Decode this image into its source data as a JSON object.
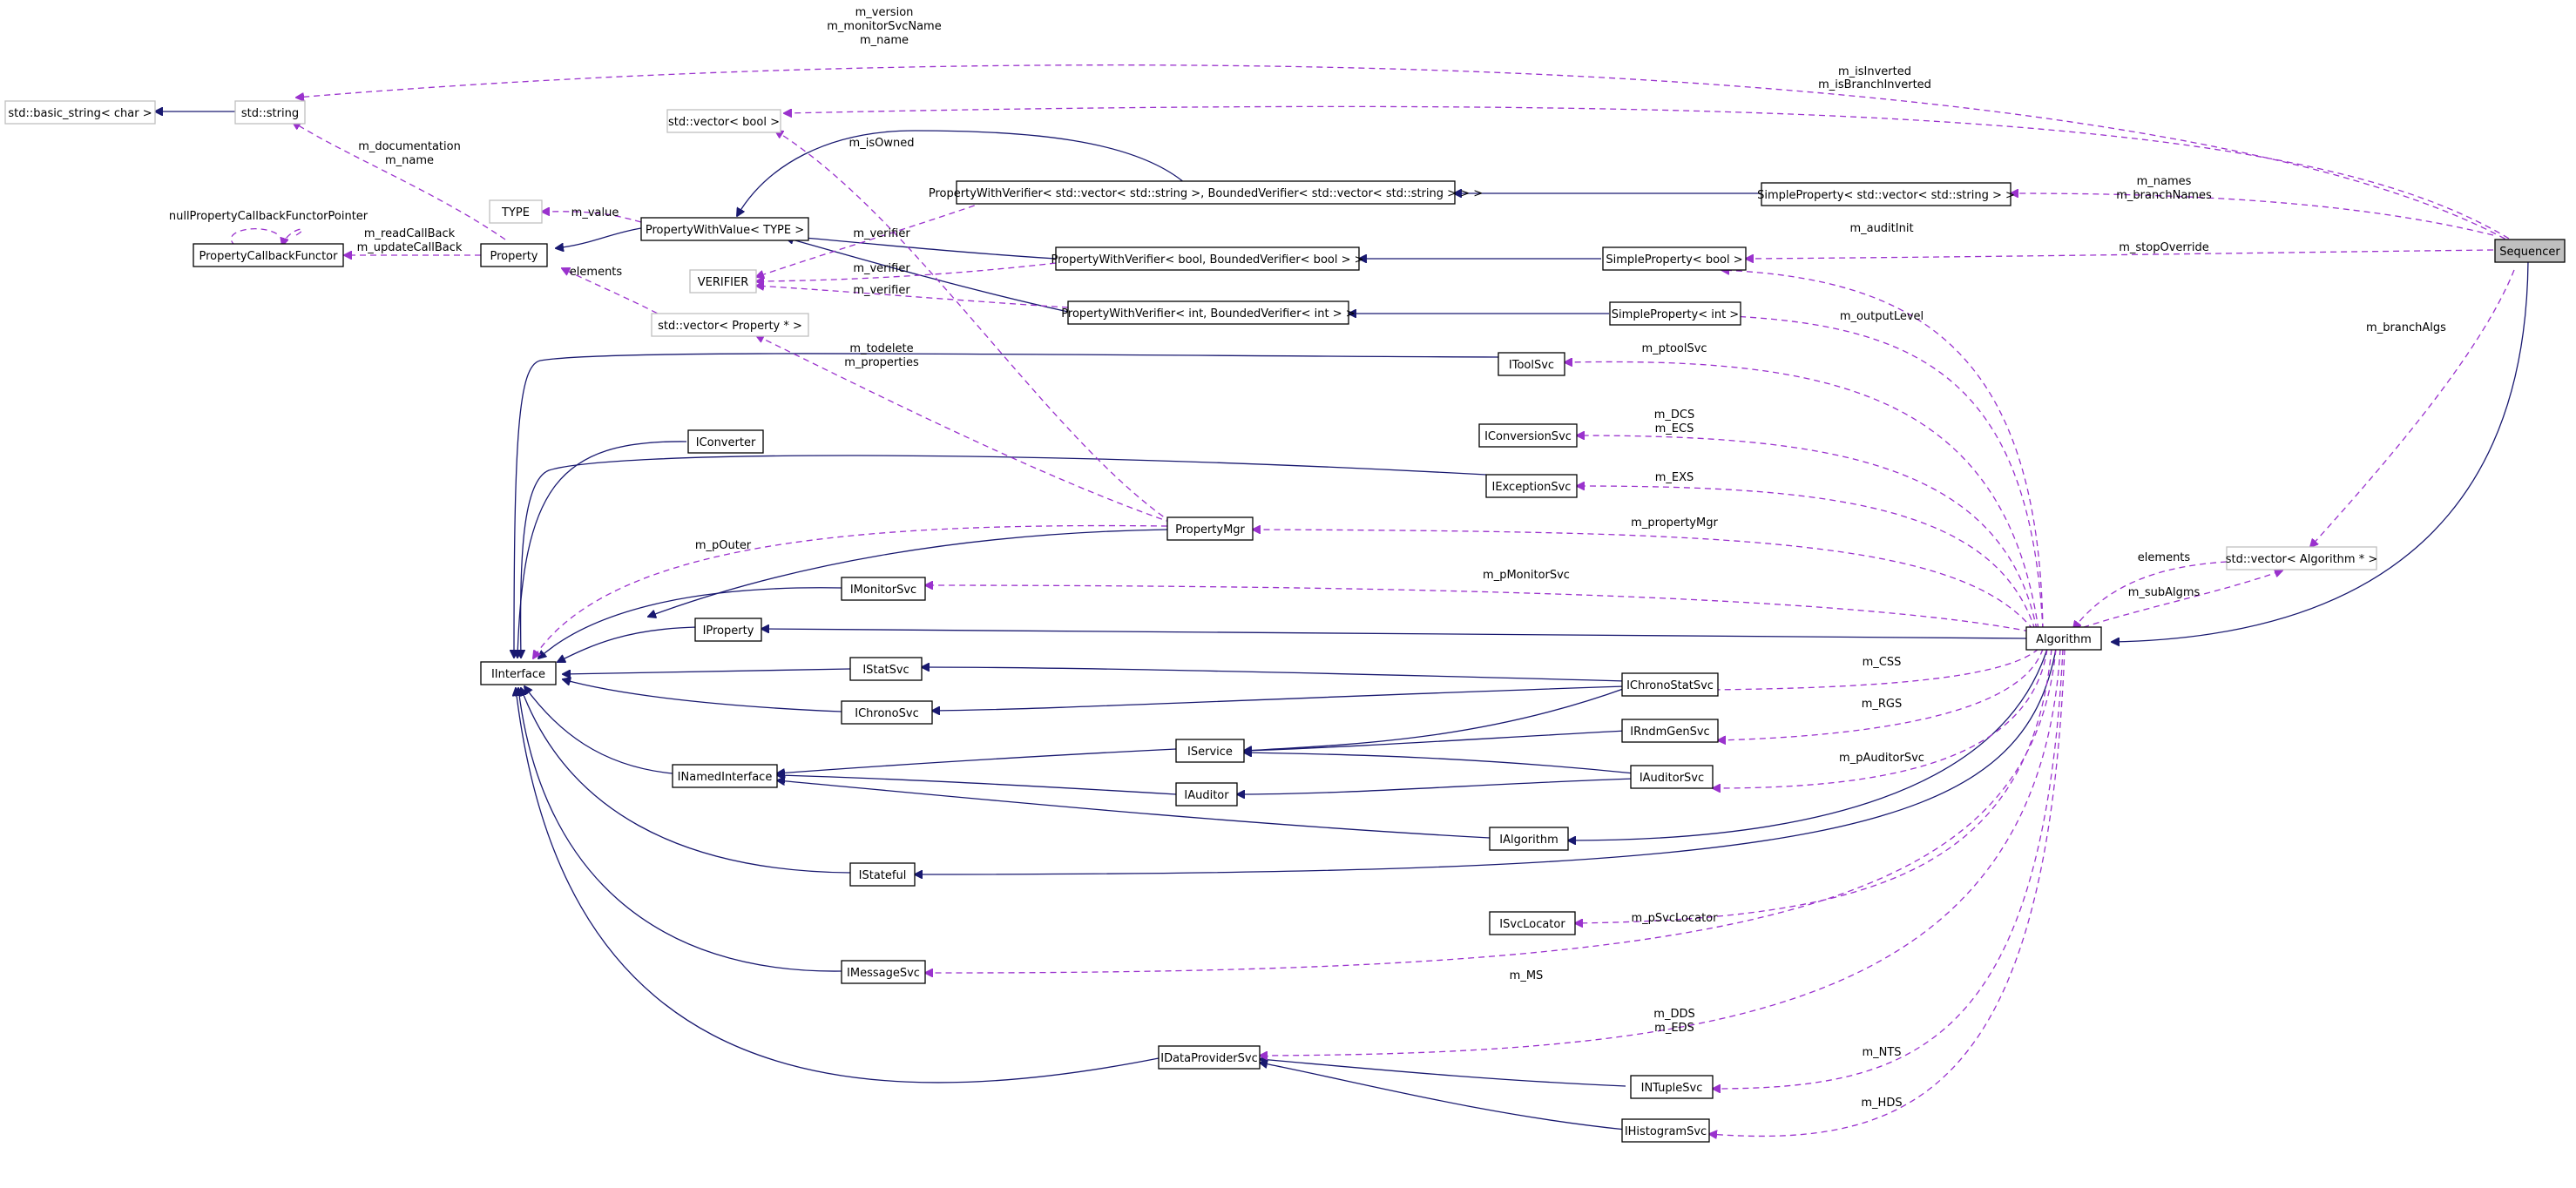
{
  "nodes": [
    {
      "id": "Sequencer",
      "label": "Sequencer",
      "style": "highlight"
    },
    {
      "id": "std_basic_string",
      "label": "std::basic_string< char >",
      "style": "grey"
    },
    {
      "id": "std_string",
      "label": "std::string",
      "style": "grey"
    },
    {
      "id": "std_vector_bool",
      "label": "std::vector< bool >",
      "style": "grey"
    },
    {
      "id": "TYPE",
      "label": "TYPE",
      "style": "grey"
    },
    {
      "id": "VERIFIER",
      "label": "VERIFIER",
      "style": "grey"
    },
    {
      "id": "std_vector_property",
      "label": "std::vector< Property * >",
      "style": "grey"
    },
    {
      "id": "std_vector_algorithm",
      "label": "std::vector< Algorithm * >",
      "style": "grey"
    },
    {
      "id": "PropertyCallbackFunctor",
      "label": "PropertyCallbackFunctor",
      "style": "normal"
    },
    {
      "id": "Property",
      "label": "Property",
      "style": "normal"
    },
    {
      "id": "PropertyWithValue",
      "label": "PropertyWithValue< TYPE >",
      "style": "normal"
    },
    {
      "id": "PWV_vecstring",
      "label": "PropertyWithVerifier< std::vector< std::string >, BoundedVerifier< std::vector< std::string > > >",
      "style": "normal"
    },
    {
      "id": "PWV_bool",
      "label": "PropertyWithVerifier< bool, BoundedVerifier< bool > >",
      "style": "normal"
    },
    {
      "id": "PWV_int",
      "label": "PropertyWithVerifier< int, BoundedVerifier< int > >",
      "style": "normal"
    },
    {
      "id": "SP_vecstring",
      "label": "SimpleProperty< std::vector< std::string > >",
      "style": "normal"
    },
    {
      "id": "SP_bool",
      "label": "SimpleProperty< bool >",
      "style": "normal"
    },
    {
      "id": "SP_int",
      "label": "SimpleProperty< int >",
      "style": "normal"
    },
    {
      "id": "IToolSvc",
      "label": "IToolSvc",
      "style": "normal"
    },
    {
      "id": "IConverter",
      "label": "IConverter",
      "style": "normal"
    },
    {
      "id": "IConversionSvc",
      "label": "IConversionSvc",
      "style": "normal"
    },
    {
      "id": "IExceptionSvc",
      "label": "IExceptionSvc",
      "style": "normal"
    },
    {
      "id": "PropertyMgr",
      "label": "PropertyMgr",
      "style": "normal"
    },
    {
      "id": "IMonitorSvc",
      "label": "IMonitorSvc",
      "style": "normal"
    },
    {
      "id": "IProperty",
      "label": "IProperty",
      "style": "normal"
    },
    {
      "id": "IInterface",
      "label": "IInterface",
      "style": "normal"
    },
    {
      "id": "IStatSvc",
      "label": "IStatSvc",
      "style": "normal"
    },
    {
      "id": "IChronoSvc",
      "label": "IChronoSvc",
      "style": "normal"
    },
    {
      "id": "IChronoStatSvc",
      "label": "IChronoStatSvc",
      "style": "normal"
    },
    {
      "id": "IRndmGenSvc",
      "label": "IRndmGenSvc",
      "style": "normal"
    },
    {
      "id": "IService",
      "label": "IService",
      "style": "normal"
    },
    {
      "id": "INamedInterface",
      "label": "INamedInterface",
      "style": "normal"
    },
    {
      "id": "IAuditorSvc",
      "label": "IAuditorSvc",
      "style": "normal"
    },
    {
      "id": "IAuditor",
      "label": "IAuditor",
      "style": "normal"
    },
    {
      "id": "IAlgorithm",
      "label": "IAlgorithm",
      "style": "normal"
    },
    {
      "id": "IStateful",
      "label": "IStateful",
      "style": "normal"
    },
    {
      "id": "ISvcLocator",
      "label": "ISvcLocator",
      "style": "normal"
    },
    {
      "id": "IMessageSvc",
      "label": "IMessageSvc",
      "style": "normal"
    },
    {
      "id": "IDataProviderSvc",
      "label": "IDataProviderSvc",
      "style": "normal"
    },
    {
      "id": "INTupleSvc",
      "label": "INTupleSvc",
      "style": "normal"
    },
    {
      "id": "IHistogramSvc",
      "label": "IHistogramSvc",
      "style": "normal"
    },
    {
      "id": "Algorithm",
      "label": "Algorithm",
      "style": "normal"
    }
  ],
  "edges": [
    {
      "id": "e_str_inh",
      "kind": "inherit"
    },
    {
      "id": "e_str_seq",
      "kind": "use",
      "labels": [
        "m_version",
        "m_monitorSvcName",
        "m_name"
      ]
    },
    {
      "id": "e_str_prop",
      "kind": "use",
      "labels": [
        "m_documentation",
        "m_name"
      ]
    },
    {
      "id": "e_vb_seq",
      "kind": "use",
      "labels": [
        "m_isInverted",
        "m_isBranchInverted"
      ]
    },
    {
      "id": "e_vb_pm",
      "kind": "use",
      "labels": [
        "m_isOwned"
      ]
    },
    {
      "id": "e_pcf_self",
      "kind": "use",
      "labels": [
        "nullPropertyCallbackFunctorPointer"
      ]
    },
    {
      "id": "e_pcf_prop",
      "kind": "use",
      "labels": [
        "m_readCallBack",
        "m_updateCallBack"
      ]
    },
    {
      "id": "e_type_pwv",
      "kind": "use",
      "labels": [
        "m_value"
      ]
    },
    {
      "id": "e_prop_pwv",
      "kind": "inherit"
    },
    {
      "id": "e_prop_vp",
      "kind": "use",
      "labels": [
        "elements"
      ]
    },
    {
      "id": "e_pwv_pwvs",
      "kind": "inherit"
    },
    {
      "id": "e_pwv_pwvb",
      "kind": "inherit"
    },
    {
      "id": "e_pwv_pwvi",
      "kind": "inherit"
    },
    {
      "id": "e_ver_pwvs",
      "kind": "use",
      "labels": [
        "m_verifier"
      ]
    },
    {
      "id": "e_ver_pwvb",
      "kind": "use",
      "labels": [
        "m_verifier"
      ]
    },
    {
      "id": "e_ver_pwvi",
      "kind": "use",
      "labels": [
        "m_verifier"
      ]
    },
    {
      "id": "e_pwvs_sps",
      "kind": "inherit"
    },
    {
      "id": "e_pwvb_spb",
      "kind": "inherit"
    },
    {
      "id": "e_pwvi_spi",
      "kind": "inherit"
    },
    {
      "id": "e_sps_seq",
      "kind": "use",
      "labels": [
        "m_names",
        "m_branchNames"
      ]
    },
    {
      "id": "e_spb_seq",
      "kind": "use",
      "labels": [
        "m_stopOverride"
      ]
    },
    {
      "id": "e_spb_alg",
      "kind": "use",
      "labels": [
        "m_auditInit"
      ]
    },
    {
      "id": "e_spi_alg",
      "kind": "use",
      "labels": [
        "m_outputLevel"
      ]
    },
    {
      "id": "e_vp_pm",
      "kind": "use",
      "labels": [
        "m_todelete",
        "m_properties"
      ]
    },
    {
      "id": "e_va_seq",
      "kind": "use",
      "labels": [
        "m_branchAlgs"
      ]
    },
    {
      "id": "e_va_alg",
      "kind": "use",
      "labels": [
        "m_subAlgms"
      ]
    },
    {
      "id": "e_alg_va",
      "kind": "use",
      "labels": [
        "elements"
      ]
    },
    {
      "id": "e_alg_seq",
      "kind": "inherit"
    },
    {
      "id": "e_tool_alg",
      "kind": "use",
      "labels": [
        "m_ptoolSvc"
      ]
    },
    {
      "id": "e_conv_alg",
      "kind": "use",
      "labels": [
        "m_DCS",
        "m_ECS"
      ]
    },
    {
      "id": "e_exc_alg",
      "kind": "use",
      "labels": [
        "m_EXS"
      ]
    },
    {
      "id": "e_pm_alg",
      "kind": "use",
      "labels": [
        "m_propertyMgr"
      ]
    },
    {
      "id": "e_mon_alg",
      "kind": "use",
      "labels": [
        "m_pMonitorSvc"
      ]
    },
    {
      "id": "e_cs_alg",
      "kind": "use",
      "labels": [
        "m_CSS"
      ]
    },
    {
      "id": "e_rg_alg",
      "kind": "use",
      "labels": [
        "m_RGS"
      ]
    },
    {
      "id": "e_aud_alg",
      "kind": "use",
      "labels": [
        "m_pAuditorSvc"
      ]
    },
    {
      "id": "e_sl_alg",
      "kind": "use",
      "labels": [
        "m_pSvcLocator"
      ]
    },
    {
      "id": "e_ms_alg",
      "kind": "use",
      "labels": [
        "m_MS"
      ]
    },
    {
      "id": "e_dp_alg",
      "kind": "use",
      "labels": [
        "m_DDS",
        "m_EDS"
      ]
    },
    {
      "id": "e_nt_alg",
      "kind": "use",
      "labels": [
        "m_NTS"
      ]
    },
    {
      "id": "e_hs_alg",
      "kind": "use",
      "labels": [
        "m_HDS"
      ]
    },
    {
      "id": "e_ii_pm",
      "kind": "use",
      "labels": [
        "m_pOuter"
      ]
    }
  ]
}
